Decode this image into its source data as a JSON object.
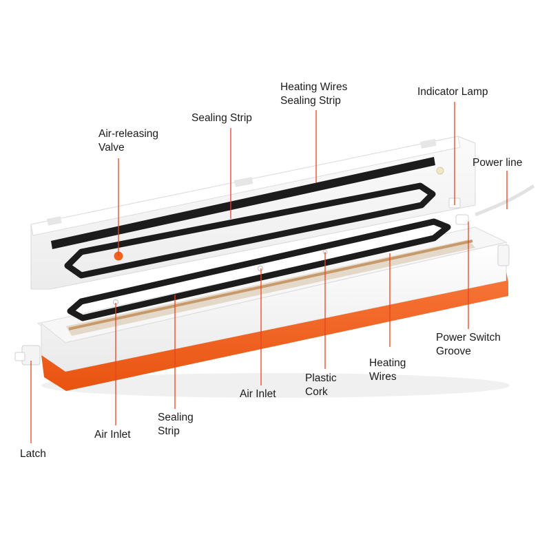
{
  "colors": {
    "body_white": "#f3f3f3",
    "base_orange": "#f3611f",
    "strip_black": "#1c1c1c",
    "leader_line": "#e8431e",
    "label_text": "#1a1a1a",
    "copper_wire": "#c79a6b"
  },
  "labels": {
    "heating_wires_sealing_strip": "Heating Wires\nSealing Strip",
    "indicator_lamp": "Indicator Lamp",
    "sealing_strip_top": "Sealing Strip",
    "air_releasing_valve": "Air-releasing\nValve",
    "power_line": "Power line",
    "power_switch_groove": "Power Switch\nGroove",
    "heating_wires": "Heating\nWires",
    "plastic_cork": "Plastic\nCork",
    "air_inlet_right": "Air Inlet",
    "sealing_strip_bottom": "Sealing\nStrip",
    "air_inlet_left": "Air Inlet",
    "latch": "Latch"
  }
}
